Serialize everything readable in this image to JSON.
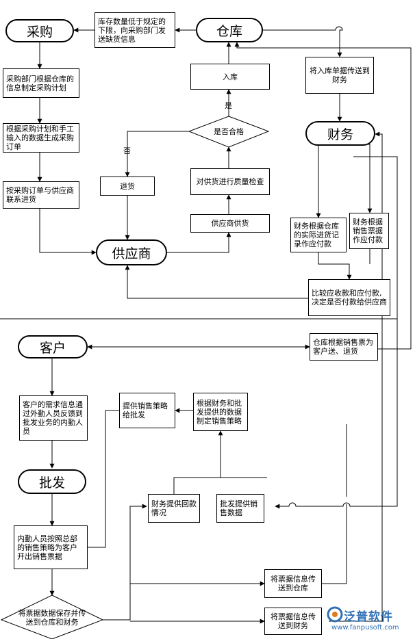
{
  "nodes": {
    "warehouse": "仓库",
    "purchase": "采购",
    "supplier": "供应商",
    "finance": "财务",
    "customer": "客户",
    "wholesale": "批发",
    "low_stock_note": "库存数量低于规定的下限，向采购部门发送缺货信息",
    "purchase_plan": "采购部门根据仓库的信息制定采购计划",
    "purchase_order": "根据采购计划和手工输入的数据生成采购订单",
    "contact_supplier": "按采购订单与供应商联系进货",
    "stock_in": "入库",
    "qualified": "是否合格",
    "yes": "是",
    "no": "否",
    "return_goods": "退货",
    "quality_check": "对供货进行质量检查",
    "supplier_supply": "供应商供货",
    "send_to_finance": "将入库单据传送到财务",
    "finance_stock_record": "财务根据仓库的实际进货记录作应付款",
    "finance_sales_record": "财务根据销售票据作应付款",
    "compare_payables": "比较应收款和应付款, 决定是否付款给供应商",
    "warehouse_sales_ticket": "仓库根据销售票为客户送、退货",
    "customer_needs": "客户的需求信息通过外勤人员反馈到批发业务的内勤人员",
    "provide_strategy": "提供销售策略给批发",
    "make_strategy": "根据财务和批发提供的数据制定销售策略",
    "finance_payment": "财务提供回款情况",
    "wholesale_sales_data": "批发提供销售数据",
    "issue_sales_ticket": "内勤人员按照总部的销售策略为客户开出销售票据",
    "save_ticket_data": "将票据数据保存并传送到仓库和财务",
    "ticket_to_warehouse": "将票据信息传送到仓库",
    "ticket_to_finance": "将票据信息传送到财务"
  },
  "watermark": {
    "brand": "泛普软件",
    "url": "www.fanpusoft.com"
  }
}
